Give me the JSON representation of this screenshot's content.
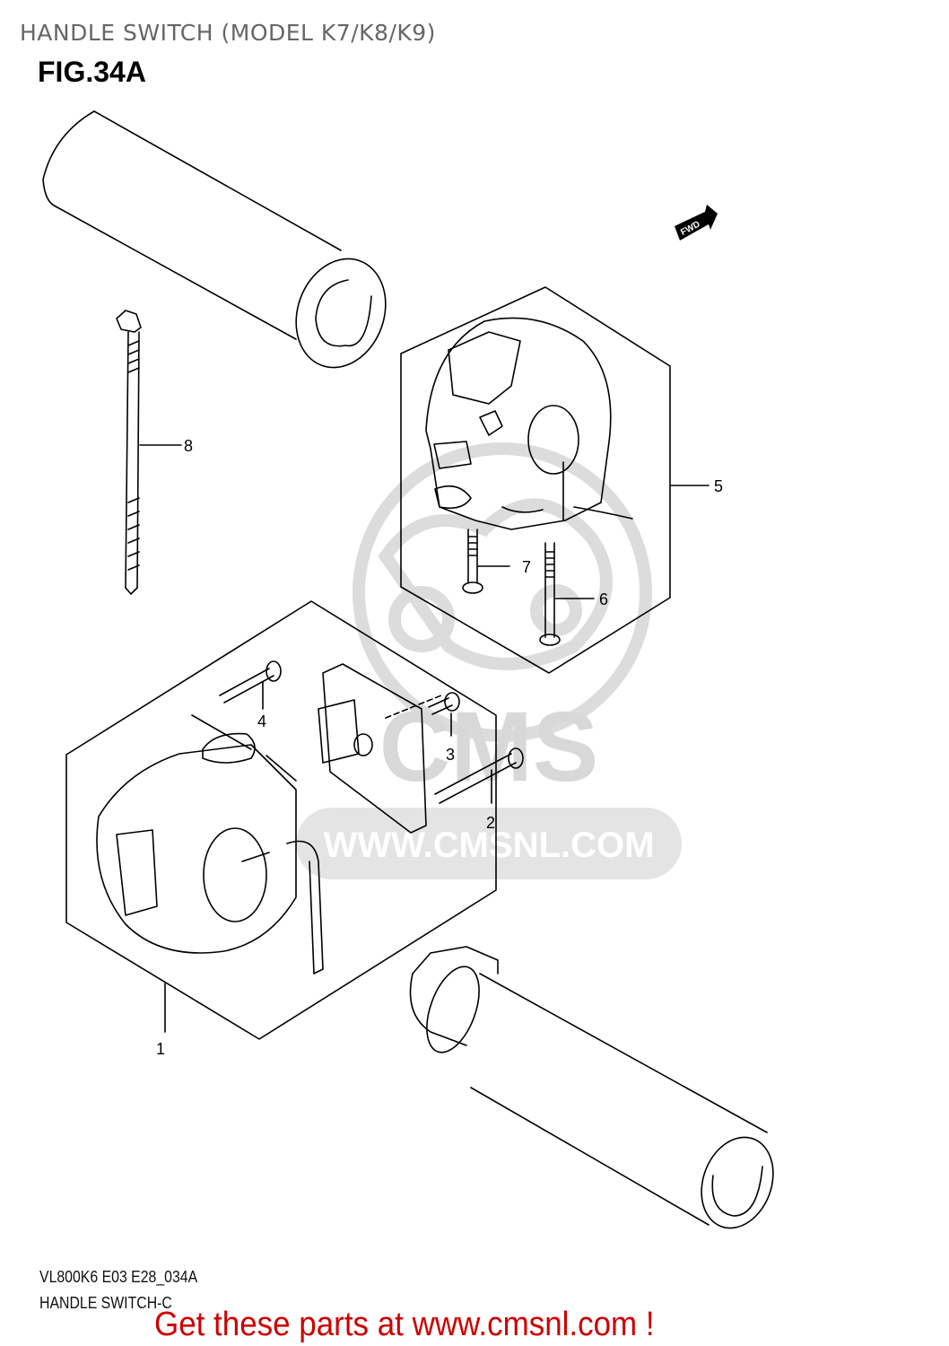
{
  "header": {
    "title": "HANDLE SWITCH (MODEL K7/K8/K9)",
    "figure": "FIG.34A"
  },
  "direction_badge": {
    "label": "FWD",
    "icon": "forward-arrow-icon"
  },
  "watermark": {
    "brand": "CMS",
    "url": "WWW.CMSNL.COM"
  },
  "callouts": [
    {
      "number": "1",
      "part": "handle-switch-left"
    },
    {
      "number": "2",
      "part": "screw-long"
    },
    {
      "number": "3",
      "part": "screw-short"
    },
    {
      "number": "4",
      "part": "screw"
    },
    {
      "number": "5",
      "part": "handle-switch-right"
    },
    {
      "number": "6",
      "part": "screw-long"
    },
    {
      "number": "7",
      "part": "screw"
    },
    {
      "number": "8",
      "part": "cable-tie"
    }
  ],
  "footer": {
    "code": "VL800K6 E03 E28_034A",
    "name": "HANDLE SWITCH-C",
    "promo": "Get these parts at www.cmsnl.com !"
  },
  "colors": {
    "promo": "#cc0000",
    "title": "#666666",
    "watermark": "#d8d8d8"
  }
}
